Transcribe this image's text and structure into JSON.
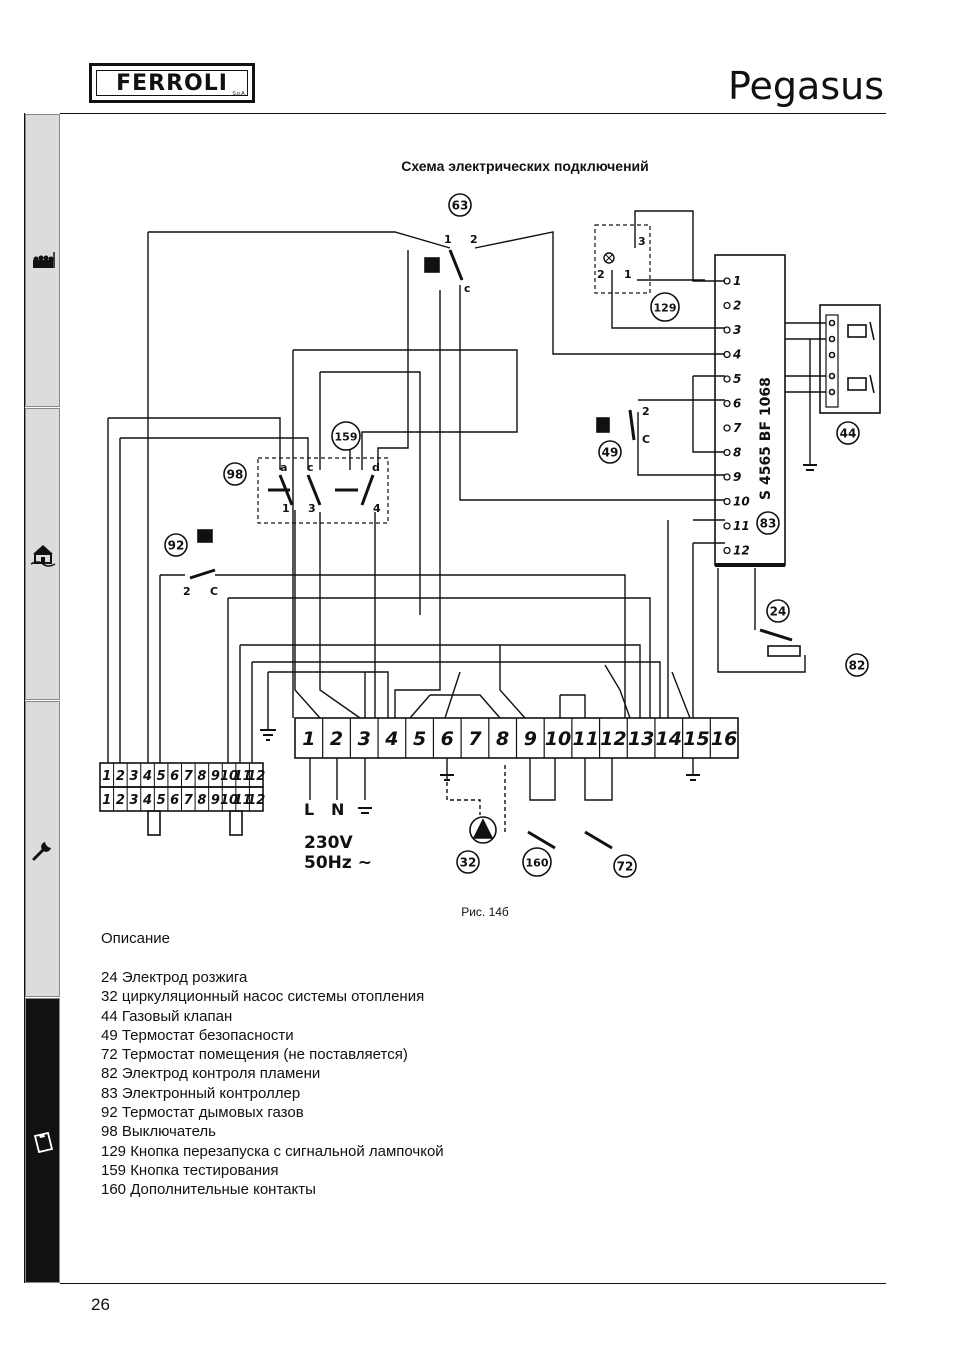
{
  "header": {
    "logo_text": "FERROLI",
    "logo_small": "S.p.A.",
    "brand": "Pegasus"
  },
  "sidebar": {
    "tabs": [
      {
        "icon": "boiler-user-icon"
      },
      {
        "icon": "house-install-icon"
      },
      {
        "icon": "wrench-icon"
      },
      {
        "icon": "clipboard-icon"
      }
    ]
  },
  "diagram": {
    "title": "Схема электрических подключений",
    "caption": "Рис. 14б",
    "component_labels": [
      "63",
      "129",
      "44",
      "49",
      "83",
      "98",
      "159",
      "92",
      "24",
      "82",
      "32",
      "160",
      "72"
    ],
    "controller_label": "S 4565 BF 1068",
    "terminal_numbers": [
      "1",
      "2",
      "3",
      "4",
      "5",
      "6",
      "7",
      "8",
      "9",
      "10",
      "11",
      "12",
      "13",
      "14",
      "15",
      "16"
    ],
    "controller_pins": [
      "1",
      "2",
      "3",
      "4",
      "5",
      "6",
      "7",
      "8",
      "9",
      "10",
      "11",
      "12"
    ],
    "connector_pins": [
      "1",
      "2",
      "3",
      "4",
      "5",
      "6",
      "7",
      "8",
      "9",
      "10",
      "11",
      "12"
    ],
    "power_labels": {
      "l": "L",
      "n": "N",
      "voltage": "230V",
      "freq": "50Hz ~"
    },
    "switch_letters": {
      "s63_1": "1",
      "s63_2": "2",
      "s63_c": "c",
      "s129_3": "3",
      "s129_2": "2",
      "s129_1": "1",
      "s49_2": "2",
      "s49_c": "C",
      "s98_a": "a",
      "s98_c": "c",
      "s98_d": "d",
      "s98_1": "1",
      "s98_3": "3",
      "s98_4": "4",
      "s92_2": "2",
      "s92_c": "C"
    }
  },
  "description": {
    "title": "Описание",
    "items": [
      "24 Электрод розжига",
      "32 циркуляционный насос системы отопления",
      "44 Газовый клапан",
      "49 Термостат безопасности",
      "72 Термостат помещения (не поставляется)",
      "82 Электрод контроля пламени",
      "83 Электронный контроллер",
      "92 Термостат дымовых газов",
      "98 Выключатель",
      "129 Кнопка перезапуска с сигнальной лампочкой",
      "159 Кнопка тестирования",
      "160 Дополнительные контакты"
    ]
  },
  "footer": {
    "page_number": "26"
  }
}
